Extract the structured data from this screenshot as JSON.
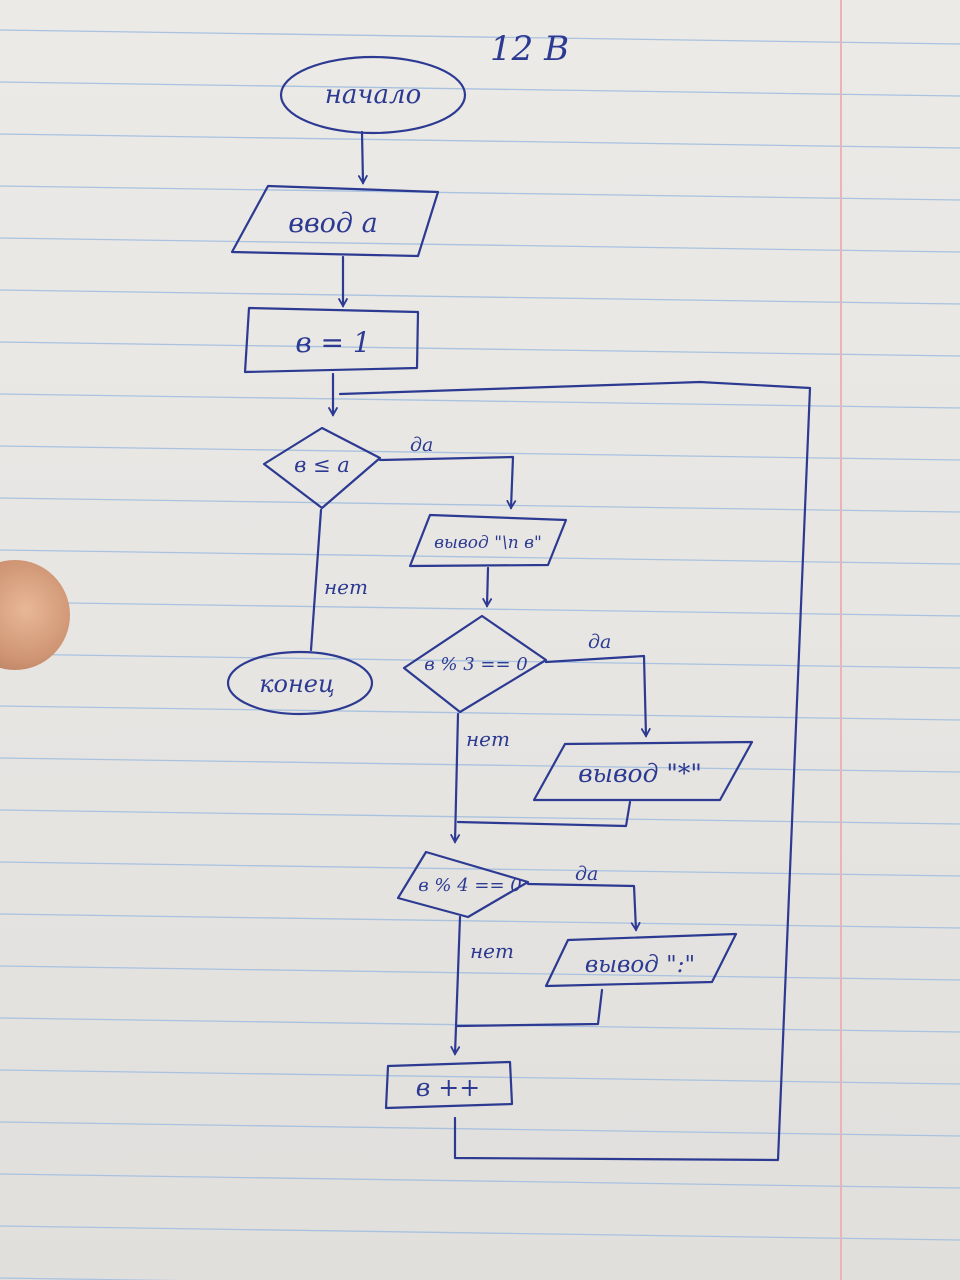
{
  "corner_label": "12 В",
  "nodes": {
    "start": "начало",
    "input_a": "ввод   а",
    "init_b": "в = 1",
    "cond_loop": "в ≤ а",
    "output_b": "вывод \"\\n в\"",
    "end": "конец",
    "cond_mod3": "в % 3 == 0",
    "output_star": "вывод \"*\"",
    "cond_mod4": "в % 4 == 0",
    "output_colon": "вывод \":\"",
    "increment": "в ++"
  },
  "edge_labels": {
    "loop_yes": "да",
    "loop_no": "нет",
    "mod3_yes": "да",
    "mod3_no": "нет",
    "mod4_yes": "да",
    "mod4_no": "нет"
  },
  "colors": {
    "ink": "#2c3a92",
    "paper": "#eceae7",
    "rule_lines": "#a9c2df",
    "margin_line": "#ebb3b6"
  }
}
